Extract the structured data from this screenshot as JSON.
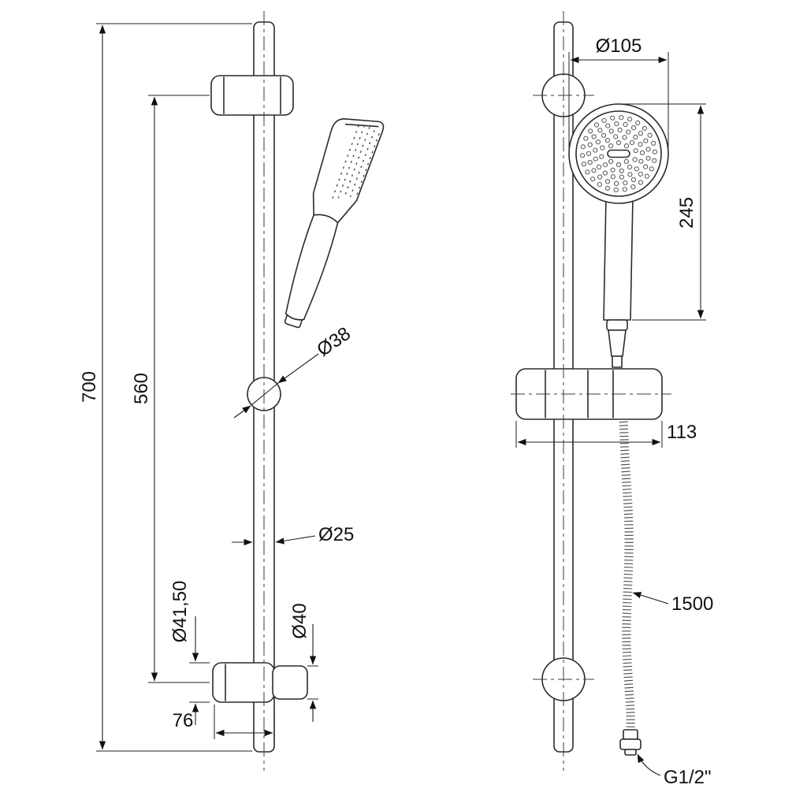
{
  "drawing": {
    "side_view": {
      "overall_height": "700",
      "holder_spacing": "560",
      "knob_diameter": "Ø38",
      "tube_diameter": "Ø25",
      "holder_diameter_outer": "Ø41,50",
      "holder_diameter_inner": "Ø40",
      "holder_offset": "76"
    },
    "front_view": {
      "head_diameter": "Ø105",
      "handshower_length": "245",
      "bracket_width": "113",
      "hose_length": "1500",
      "connection_thread": "G1/2\""
    }
  }
}
